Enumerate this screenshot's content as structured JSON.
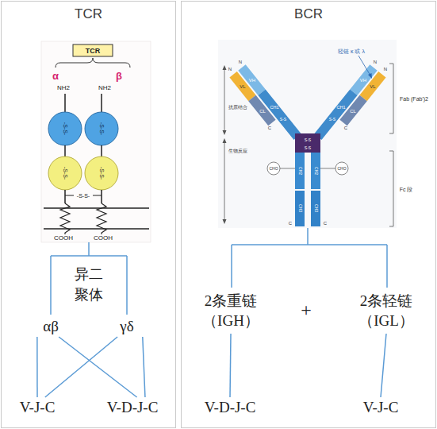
{
  "diagram": {
    "nodes": [
      {
        "text": [
          "TCR"
        ]
      },
      {
        "text": [
          "αβ"
        ],
        "in": 0
      },
      {
        "text": [
          "γδ"
        ],
        "in": 0
      },
      {
        "text": [
          "V-J-C"
        ],
        "in": 0
      },
      {
        "text": [
          "V-D-J-C"
        ],
        "in": 0
      },
      {
        "text": [
          "BCR"
        ]
      },
      {
        "text": [
          "2条重链 （IGH）"
        ],
        "in": 5
      },
      {
        "text": [
          "2条轻链 （IGL）"
        ],
        "in": 5
      },
      {
        "text": [
          "V-D-J-C"
        ],
        "in": 5
      },
      {
        "text": [
          "V-J-C"
        ],
        "in": 5
      }
    ],
    "edges": [
      {
        "from": 1,
        "to": 3,
        "arrow": "none"
      },
      {
        "from": 1,
        "to": 4,
        "arrow": "none"
      },
      {
        "from": 2,
        "to": 3,
        "arrow": "none"
      },
      {
        "from": 2,
        "to": 4,
        "arrow": "none"
      },
      {
        "from": 6,
        "to": 8,
        "arrow": "none"
      },
      {
        "from": 7,
        "to": 9,
        "arrow": "none"
      }
    ],
    "labels": [
      "TCR",
      "α",
      "β",
      "NH2",
      "NH2",
      "-S-S-",
      "-S-S-",
      "-S-S-",
      "-S-S-",
      "-S-S-",
      "COOH",
      "COOH",
      "异二 聚体",
      "轻链 κ 或 λ",
      "N",
      "N",
      "N",
      "N",
      "VL",
      "VH",
      "VH",
      "VL",
      "CL",
      "CH1",
      "CH1",
      "CL",
      "抗原结合",
      "生物反应",
      "S-S",
      "S-S",
      "S-S",
      "S-S",
      "Fab (Fab')2",
      "Fc 段",
      "CHO",
      "CHO",
      "CH2",
      "CH2",
      "CH3",
      "CH3",
      "C",
      "C",
      "C",
      "C",
      "+"
    ]
  }
}
